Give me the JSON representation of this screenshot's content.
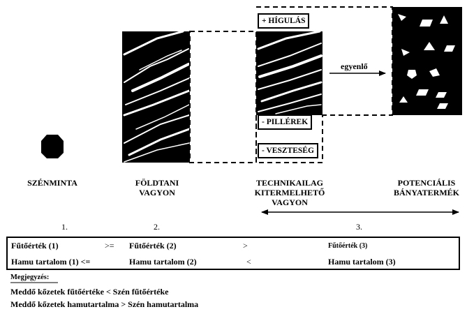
{
  "stages": {
    "s1": {
      "label": "SZÉNMINTA",
      "number": "1."
    },
    "s2": {
      "label_line1": "FÖLDTANI",
      "label_line2": "VAGYON",
      "number": "2."
    },
    "s3": {
      "label_line1": "TECHNIKAILAG",
      "label_line2": "KITERMELHETŐ",
      "label_line3": "VAGYON",
      "number": "3."
    },
    "s4": {
      "label_line1": "POTENCIÁLIS",
      "label_line2": "BÁNYATERMÉK"
    }
  },
  "boxes": {
    "higulas": "+ HÍGULÁS",
    "pillerek": "- PILLÉREK",
    "veszteseg": "- VESZTESÉG"
  },
  "arrow_label": "egyenlő",
  "table": {
    "row1": {
      "c1": "Fűtőérték (1)",
      "op1": ">=",
      "c2": "Fűtőérték (2)",
      "op2": ">",
      "c3": "Fűtőérték (3)"
    },
    "row2": {
      "c1": "Hamu tartalom (1) <=",
      "c2": "Hamu tartalom (2)",
      "op2": "<",
      "c3": "Hamu tartalom (3)"
    }
  },
  "notes": {
    "title": "Megjegyzés:",
    "line1": "Meddő kőzetek fűtőértéke < Szén fűtőértéke",
    "line2": "Meddő kőzetek hamutartalma > Szén hamutartalma"
  }
}
